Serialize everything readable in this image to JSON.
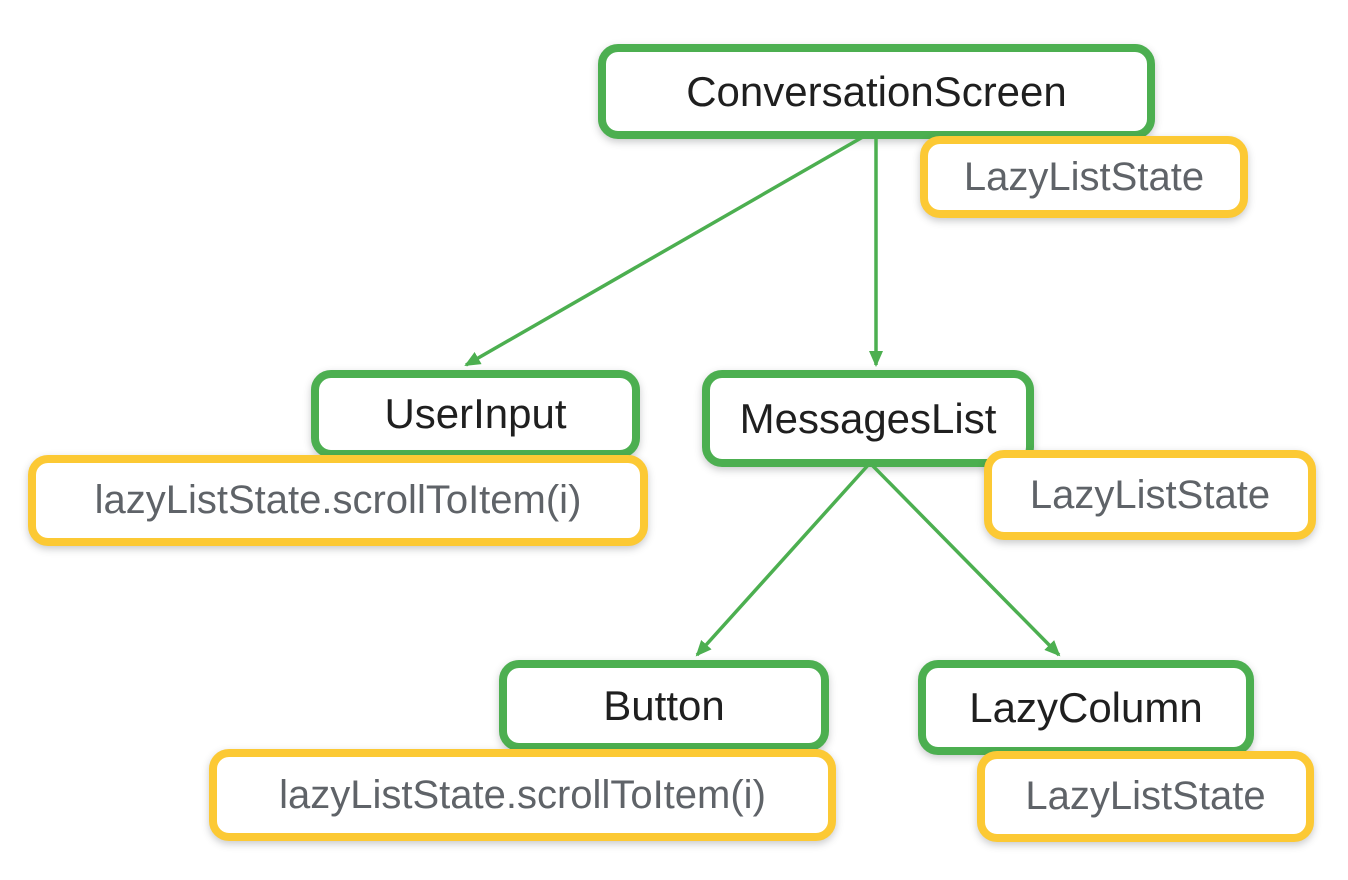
{
  "diagram": {
    "description": "Component tree with hoisted state",
    "colors": {
      "component_border": "#4CAF50",
      "state_border": "#FCC934",
      "component_text": "#1f1f1f",
      "state_text": "#5f6368",
      "arrow": "#4CAF50",
      "background": "#ffffff"
    },
    "nodes": [
      {
        "id": "conversationscreen",
        "label": "ConversationScreen"
      },
      {
        "id": "userinput",
        "label": "UserInput"
      },
      {
        "id": "messageslist",
        "label": "MessagesList"
      },
      {
        "id": "button",
        "label": "Button"
      },
      {
        "id": "lazycolumn",
        "label": "LazyColumn"
      }
    ],
    "states": [
      {
        "attached_to": "conversationscreen",
        "label": "LazyListState"
      },
      {
        "attached_to": "userinput",
        "label": "lazyListState.scrollToItem(i)"
      },
      {
        "attached_to": "messageslist",
        "label": "LazyListState"
      },
      {
        "attached_to": "button",
        "label": "lazyListState.scrollToItem(i)"
      },
      {
        "attached_to": "lazycolumn",
        "label": "LazyListState"
      }
    ],
    "edges": [
      {
        "from": "conversationscreen",
        "to": "userinput"
      },
      {
        "from": "conversationscreen",
        "to": "messageslist"
      },
      {
        "from": "messageslist",
        "to": "button"
      },
      {
        "from": "messageslist",
        "to": "lazycolumn"
      }
    ]
  }
}
